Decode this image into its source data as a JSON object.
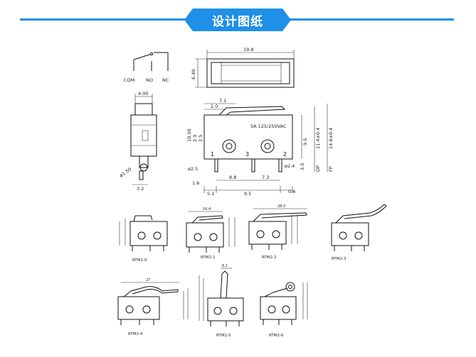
{
  "header": {
    "title": "设计图纸",
    "accent": "#1e90e8"
  },
  "schematic": {
    "com": "COM",
    "no": "NO",
    "nc": "NC"
  },
  "top_view": {
    "width": "19.8",
    "height": "6.40"
  },
  "side_view": {
    "width": "4.00",
    "hole": "ø1.50",
    "offset": "3.2"
  },
  "front_view": {
    "rating": "5A 125/250VAC",
    "dims": {
      "lever_a": "7.1",
      "lever_b": "2.0",
      "h1": "10.50",
      "h2": "2.9",
      "h3": "2.5",
      "r1": "9.5",
      "r2": "11.4±0.4",
      "r3": "14.8±0.4",
      "hole_left": "ø2.5",
      "hole_right": "ø2.4",
      "pin_h": "3.5",
      "pin_side": "1.6",
      "pin_1_3": "8.8",
      "pin_3_2": "7.3",
      "left": "5.1",
      "span": "9.5",
      "right": "0.6",
      "dp": "DP",
      "fp": "FP"
    },
    "pins": [
      "1",
      "3",
      "2"
    ]
  },
  "variants": [
    {
      "name": "RTM2-0",
      "lever": ""
    },
    {
      "name": "RTM2-1",
      "lever": "16.4"
    },
    {
      "name": "RTM2-2",
      "lever": "28.0"
    },
    {
      "name": "RTM2-3",
      "lever": ""
    },
    {
      "name": "RTM2-4",
      "lever": "27"
    },
    {
      "name": "RTM2-5",
      "lever": "6.1"
    },
    {
      "name": "RTM2-6",
      "lever": ""
    }
  ]
}
